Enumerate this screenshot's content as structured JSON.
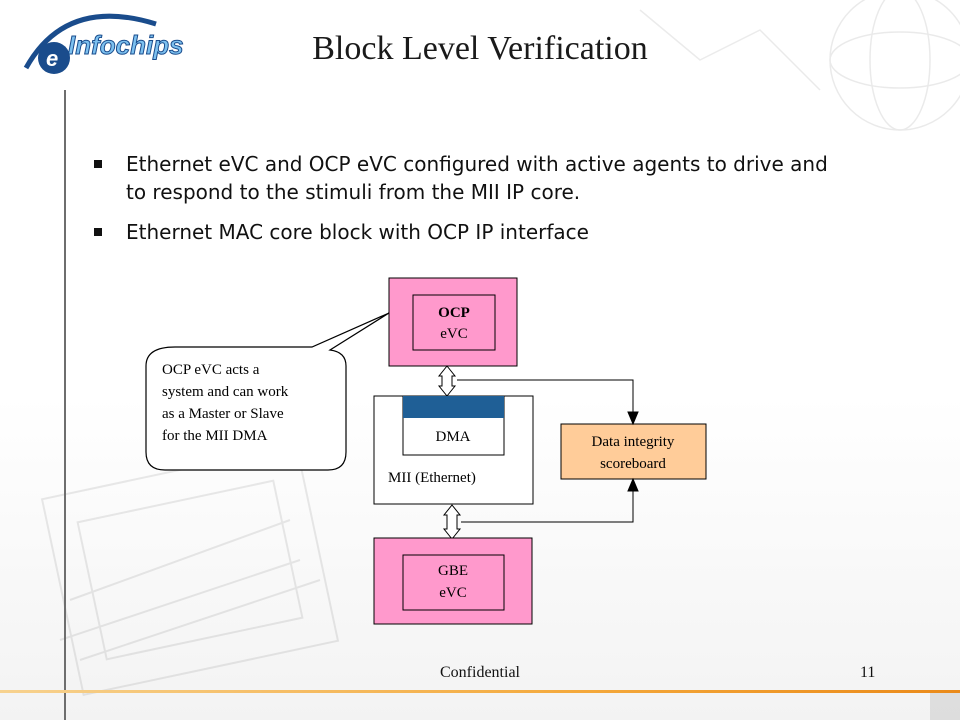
{
  "slide": {
    "title": "Block Level Verification",
    "logo_text": "Infochips",
    "logo_letter": "e",
    "bullets": [
      "Ethernet eVC and OCP eVC configured with active agents to drive and to respond to the stimuli from the MII IP core.",
      "Ethernet MAC core block with OCP IP interface"
    ],
    "footer": {
      "center": "Confidential",
      "page": "11"
    }
  },
  "diagram": {
    "ocp_line1": "OCP",
    "ocp_line2": "eVC",
    "callout_lines": [
      "OCP eVC acts a",
      "system and can work",
      "as a Master or Slave",
      "for the MII DMA"
    ],
    "dma": "DMA",
    "mii": "MII (Ethernet)",
    "scoreboard_line1": "Data integrity",
    "scoreboard_line2": "scoreboard",
    "gbe_line1": "GBE",
    "gbe_line2": "eVC"
  },
  "colors": {
    "pink": "#ff99cc",
    "peach": "#ffcc99",
    "dma_bar": "#1f5f96",
    "accent": "#f4a93c"
  }
}
